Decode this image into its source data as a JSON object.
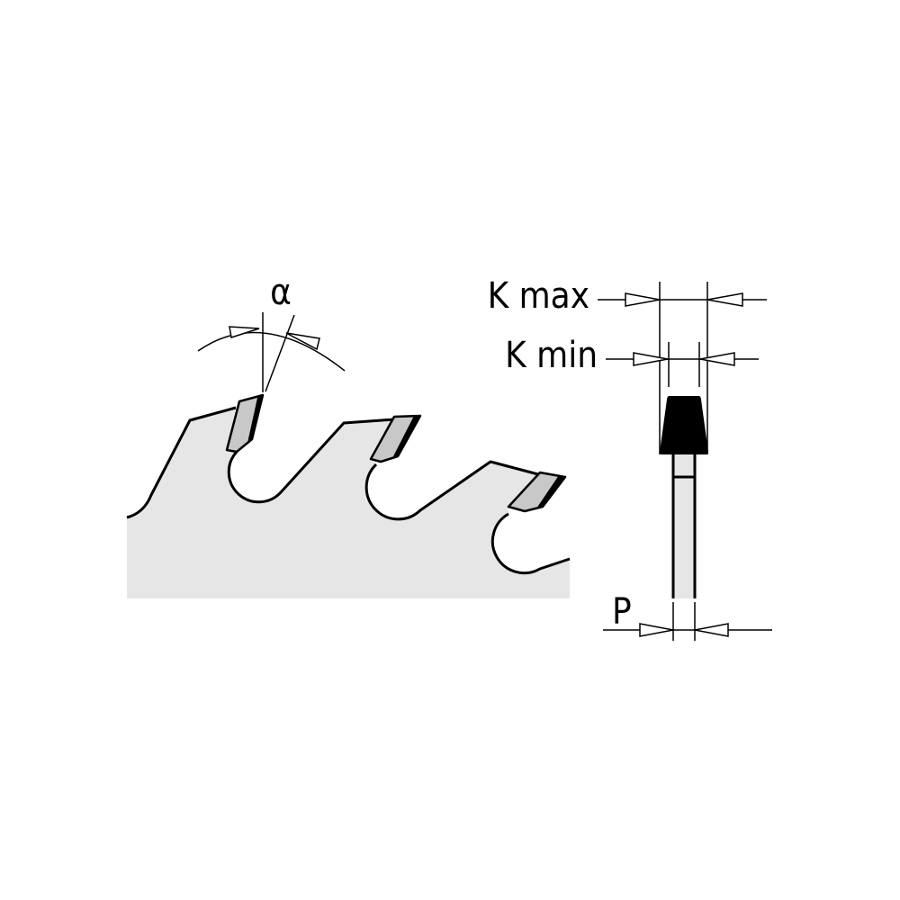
{
  "labels": {
    "alpha": "α",
    "k_max": "K max",
    "k_min": "K min",
    "p": "P"
  },
  "colors": {
    "blade_fill": "#e6e6e6",
    "insert_fill": "#c8c8c8",
    "line": "#000000"
  }
}
